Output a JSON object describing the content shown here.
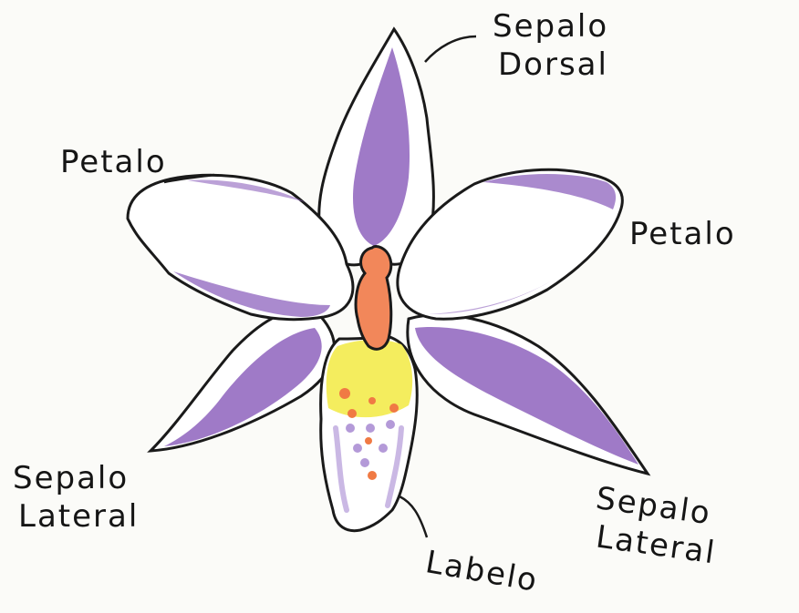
{
  "colors": {
    "outline": "#1a1a1a",
    "petal_fill": "#ffffff",
    "petal_vein": "#8e63bd",
    "column": "#f2875a",
    "labellum_base": "#f3ec55",
    "labellum_spots_purple": "#b49ad8",
    "labellum_spots_orange": "#f07a44"
  },
  "labels": {
    "sepalo_dorsal": [
      "Sepalo",
      "Dorsal"
    ],
    "petalo_left": "Petalo",
    "petalo_right": "Petalo",
    "sepalo_lateral_left": [
      "Sepalo",
      "Lateral"
    ],
    "sepalo_lateral_right": [
      "Sepalo",
      "Lateral"
    ],
    "labelo": "Labelo"
  }
}
